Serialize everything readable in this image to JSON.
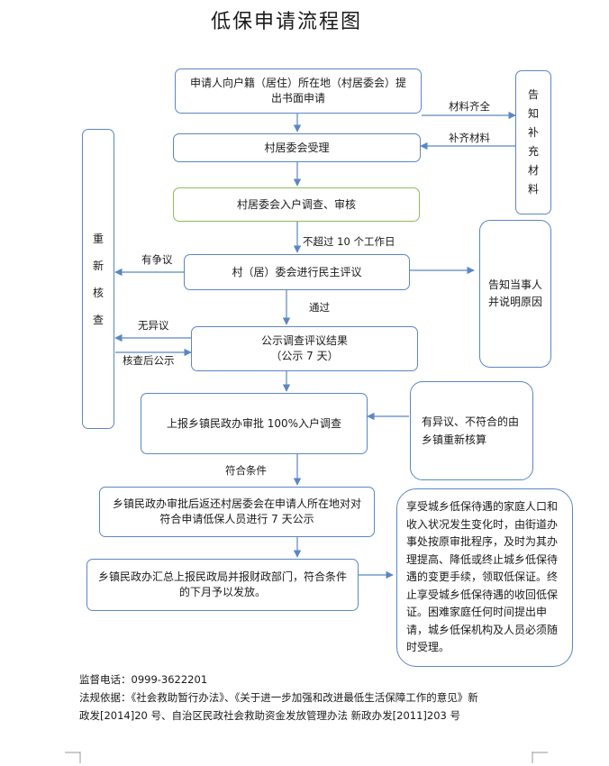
{
  "title": "低保申请流程图",
  "boxes": {
    "apply": "申请人向户籍（居住）所在地（村居委会）提出书面申请",
    "accept": "村居委会受理",
    "survey": "村居委会入户调查、审核",
    "review": "村（居）委会进行民主评议",
    "publicize_1": "公示调查评议结果",
    "publicize_2": "（公示 7 天）",
    "report": "上报乡镇民政办审批 100%入户调查",
    "return": "乡镇民政办审批后返还村居委会在申请人所在地对对符合申请低保人员进行 7 天公示",
    "summary": "乡镇民政办汇总上报民政局并报财政部门，符合条件的下月予以发放。",
    "notify_materials": [
      "告",
      "知",
      "补",
      "充",
      "材",
      "料"
    ],
    "recheck": [
      "重",
      "新",
      "核",
      "查"
    ],
    "notify_reason": "告知当事人并说明原因",
    "objection": "有异议、不符合的由乡镇重新核算",
    "change": "享受城乡低保待遇的家庭人口和收入状况发生变化时，由街道办事处按原审批程序，及时为其办理提高、降低或终止城乡低保待遇的变更手续，领取低保证。终止享受城乡低保待遇的收回低保证。困难家庭任何时间提出申请，城乡低保机构及人员必须随时受理。"
  },
  "labels": {
    "materials_complete": "材料齐全",
    "supplement_materials": "补齐材料",
    "within_10_days": "不超过 10 个工作日",
    "disputed": "有争议",
    "passed": "通过",
    "no_objection": "无异议",
    "recheck_publicize": "核查后公示",
    "qualified": "符合条件"
  },
  "footer": {
    "phone": "监督电话：0999-3622201",
    "basis_1": "法规依据：《社会救助暂行办法》、《关于进一步加强和改进最低生活保障工作的意见》新",
    "basis_2": "政发[2014]20 号、自治区民政社会救助资金发放管理办法  新政办发[2011]203 号"
  },
  "colors": {
    "box_border": "#5b87c2",
    "box_border_green": "#8bbf5a",
    "arrow": "#5b87c2"
  }
}
